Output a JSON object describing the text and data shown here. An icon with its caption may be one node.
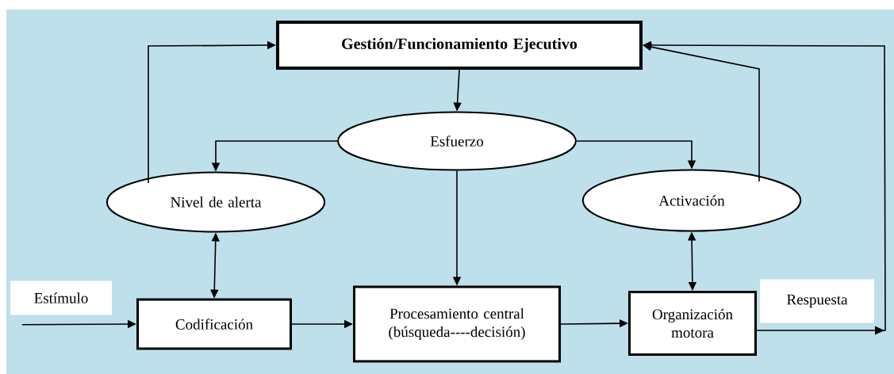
{
  "diagram": {
    "nodes": [
      {
        "text": [
          "Gestión/Funcionamiento Ejecutivo"
        ]
      },
      {
        "text": [
          "Esfuerzo"
        ]
      },
      {
        "text": [
          "Nivel de alerta"
        ]
      },
      {
        "text": [
          "Activación"
        ]
      },
      {
        "text": [
          "Estímulo"
        ]
      },
      {
        "text": [
          "Codificación"
        ]
      },
      {
        "text": [
          "Procesamiento central (búsqueda----decisión)"
        ]
      },
      {
        "text": [
          "Organización motora"
        ]
      },
      {
        "text": [
          "Respuesta"
        ]
      }
    ],
    "edges": [
      {
        "from": 0,
        "to": 1,
        "arrow": "to"
      },
      {
        "from": 1,
        "to": 2,
        "arrow": "to"
      },
      {
        "from": 1,
        "to": 3,
        "arrow": "to"
      },
      {
        "from": 1,
        "to": 6,
        "arrow": "to"
      },
      {
        "from": 2,
        "to": 0,
        "arrow": "to"
      },
      {
        "from": 3,
        "to": 0,
        "arrow": "to"
      },
      {
        "from": 2,
        "to": 5,
        "arrow": "both"
      },
      {
        "from": 3,
        "to": 7,
        "arrow": "both"
      },
      {
        "from": 4,
        "to": 5,
        "arrow": "to"
      },
      {
        "from": 5,
        "to": 6,
        "arrow": "to"
      },
      {
        "from": 6,
        "to": 7,
        "arrow": "to"
      },
      {
        "from": 7,
        "to": 0,
        "arrow": "to"
      }
    ]
  }
}
